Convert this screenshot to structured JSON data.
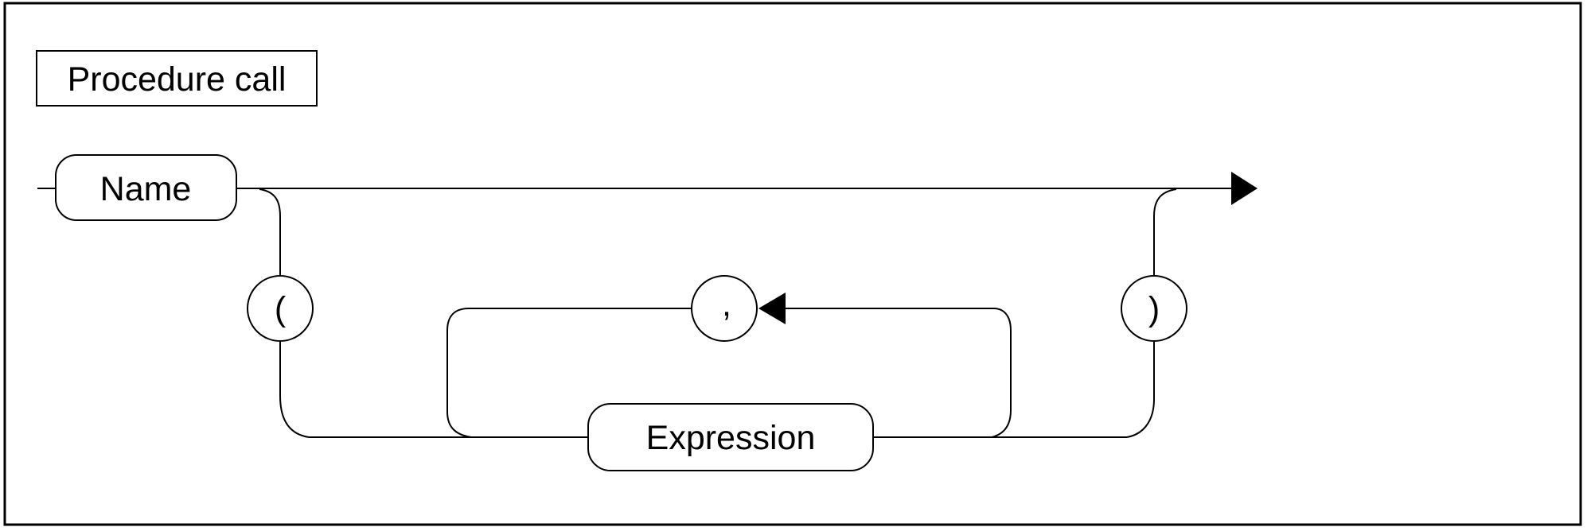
{
  "diagram": {
    "title": "Procedure call",
    "nodes": {
      "name": {
        "label": "Name",
        "kind": "nonterminal",
        "shape": "rounded-rect"
      },
      "open_paren": {
        "label": "(",
        "kind": "terminal",
        "shape": "circle"
      },
      "comma": {
        "label": ",",
        "kind": "terminal",
        "shape": "circle"
      },
      "expression": {
        "label": "Expression",
        "kind": "nonterminal",
        "shape": "rounded-rect"
      },
      "close_paren": {
        "label": ")",
        "kind": "terminal",
        "shape": "circle"
      }
    },
    "colors": {
      "line": "#000000",
      "text": "#000000",
      "background": "#ffffff"
    }
  }
}
